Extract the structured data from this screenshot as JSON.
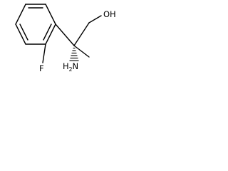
{
  "molecule": {
    "atoms": {
      "hydroxyl": "OH",
      "fluorine": "F",
      "amine_prefix": "H",
      "amine_subscript": "2",
      "amine_suffix": "N"
    },
    "bond_color": "#000000",
    "stereo_bond": "hashed-wedge"
  }
}
